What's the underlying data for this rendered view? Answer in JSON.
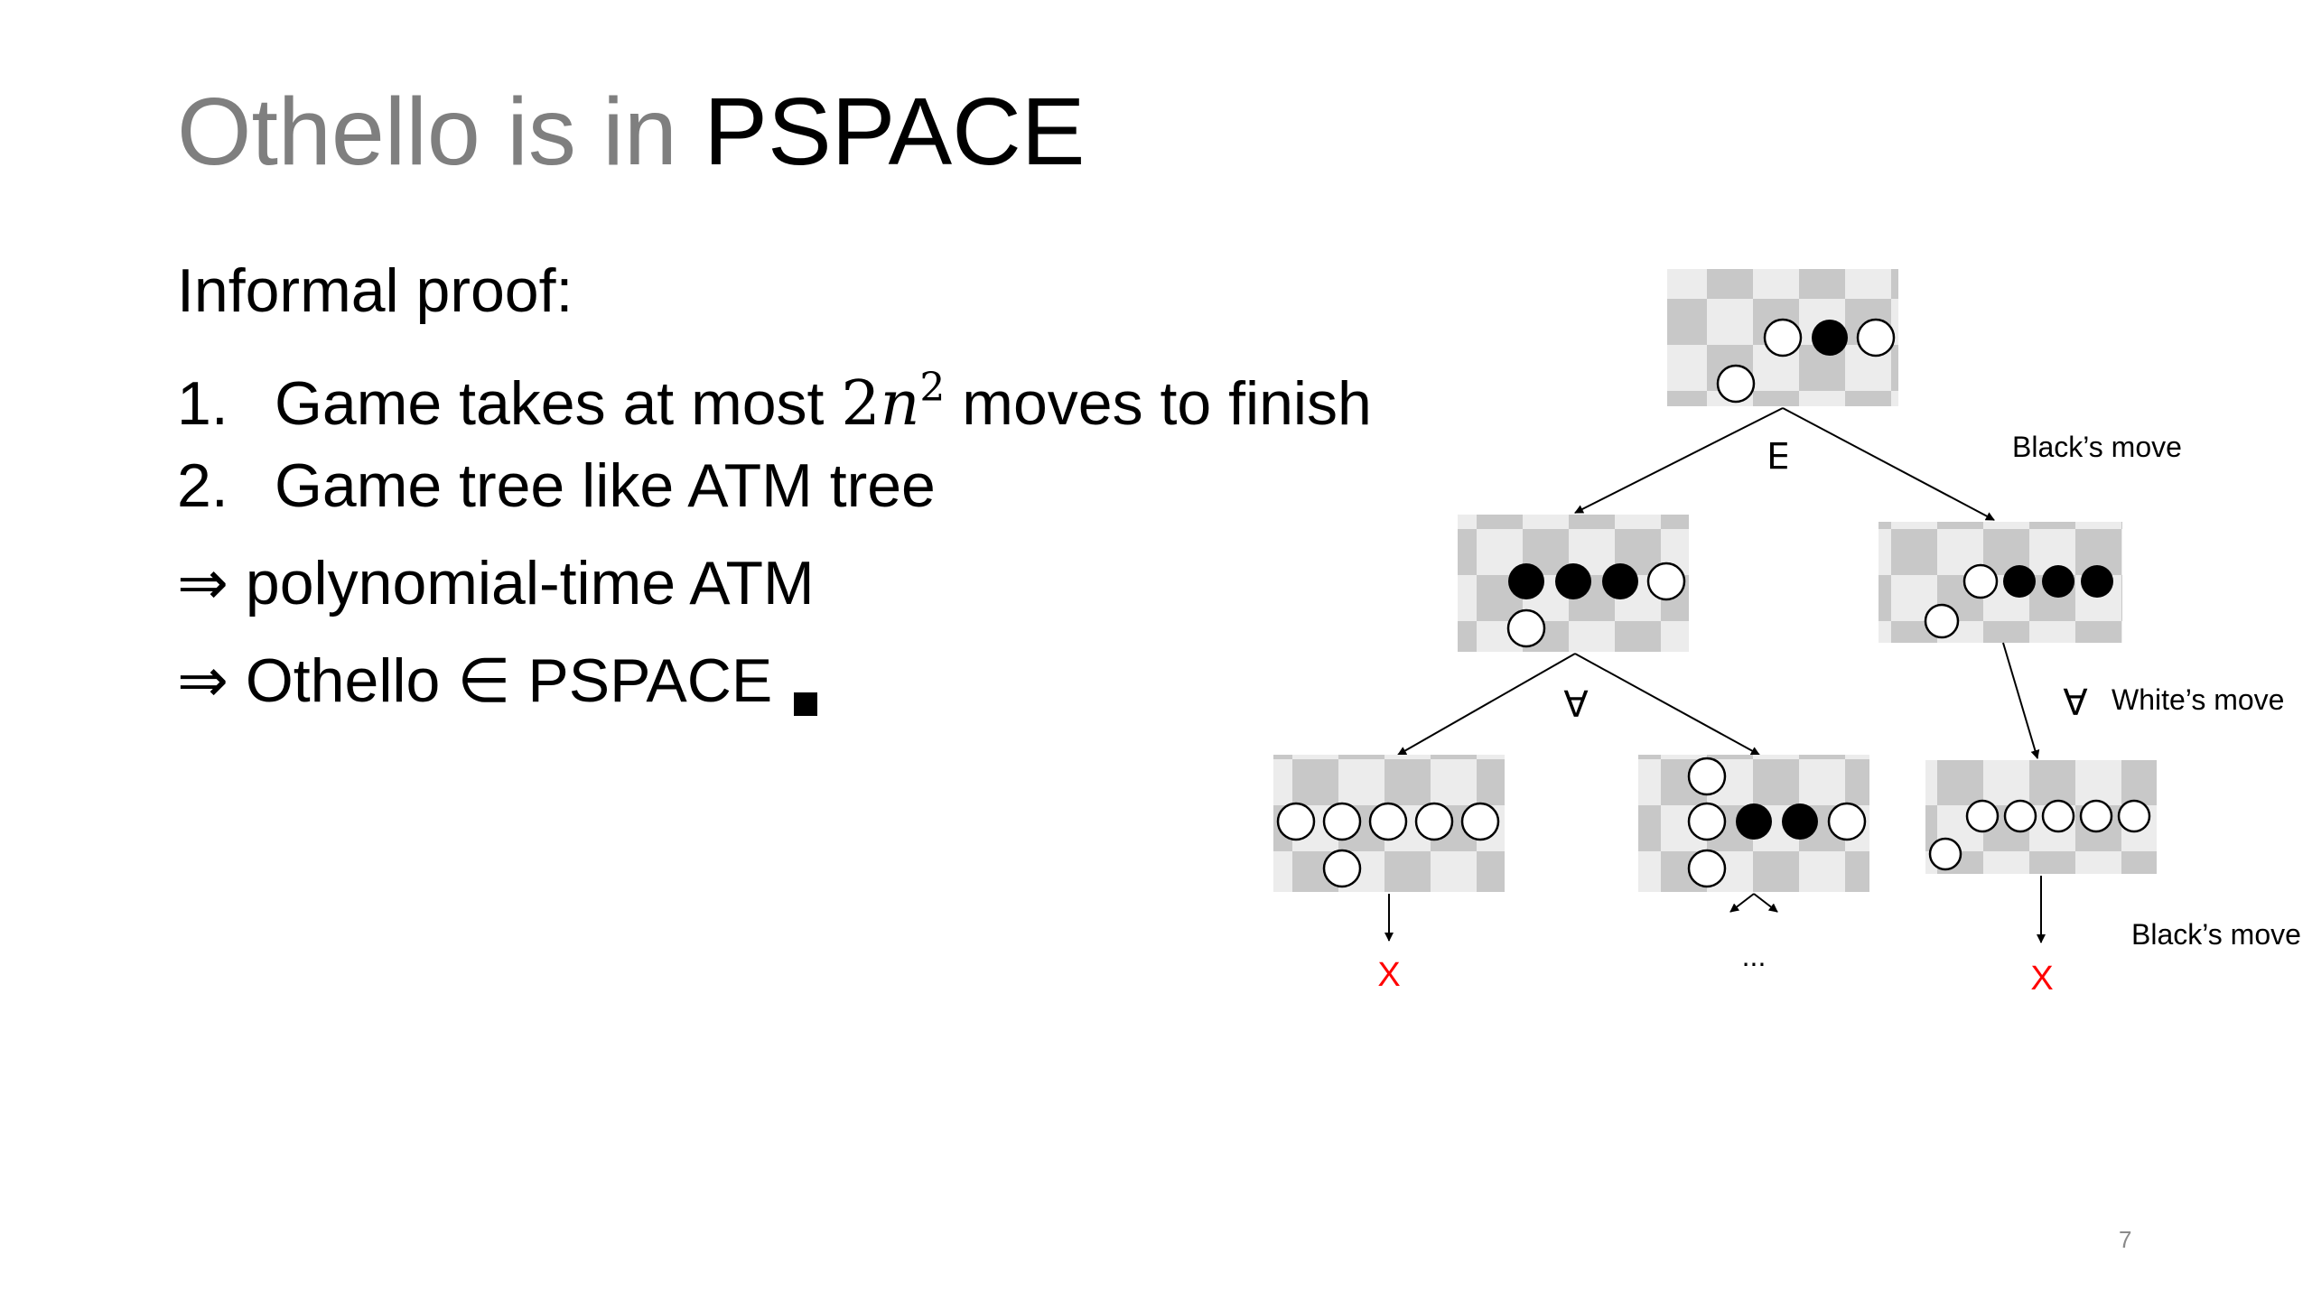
{
  "slide": {
    "title_light": "Othello is in ",
    "title_bold": "PSPACE",
    "heading": "Informal proof:",
    "items": [
      {
        "num": "1.",
        "text_before": "Game takes at most ",
        "math_coef": "2",
        "math_var": "n",
        "math_exp": "2",
        "text_after": " moves to finish"
      },
      {
        "num": "2.",
        "text": "Game tree like ATM tree"
      }
    ],
    "implications": [
      {
        "arrow": "⇒",
        "text": "polynomial-time ATM"
      },
      {
        "arrow": "⇒",
        "text": "Othello ∈ PSPACE"
      }
    ],
    "page_number": "7"
  },
  "diagram": {
    "quantifier_exists": "∃",
    "quantifier_forall": "∀",
    "label_black_move_top": "Black’s move",
    "label_white_move": "White’s move",
    "label_black_move_bottom": "Black’s move",
    "reject_mark": "X",
    "ellipsis": "...",
    "colors": {
      "reject": "#ff0000",
      "dark_square": "#c8c8c8",
      "light_square": "#ececec"
    }
  }
}
